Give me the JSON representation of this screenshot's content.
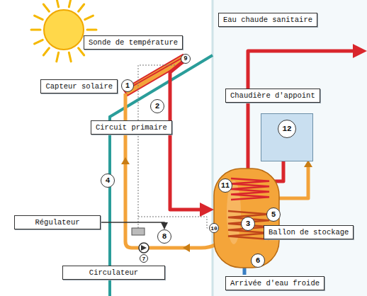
{
  "diagram": {
    "nodes": [
      {
        "text": [
          "Sonde de température"
        ]
      },
      {
        "text": [
          "9"
        ]
      },
      {
        "text": [
          "Capteur solaire"
        ]
      },
      {
        "text": [
          "1"
        ]
      },
      {
        "text": [
          "Eau chaude sanitaire"
        ]
      },
      {
        "text": [
          "2"
        ]
      },
      {
        "text": [
          "Circuit primaire"
        ]
      },
      {
        "text": [
          "Chaudière d'appoint"
        ]
      },
      {
        "text": [
          "12"
        ]
      },
      {
        "text": [
          "4"
        ]
      },
      {
        "text": [
          "11"
        ]
      },
      {
        "text": [
          "Régulateur"
        ]
      },
      {
        "text": [
          "3"
        ]
      },
      {
        "text": [
          "5"
        ]
      },
      {
        "text": [
          "8"
        ]
      },
      {
        "text": [
          "10"
        ]
      },
      {
        "text": [
          "Ballon de stockage"
        ]
      },
      {
        "text": [
          "7"
        ]
      },
      {
        "text": [
          "Circulateur"
        ]
      },
      {
        "text": [
          "6"
        ]
      },
      {
        "text": [
          "Arrivée d'eau froide"
        ]
      }
    ],
    "edges": [
      {
        "from": 11,
        "to": 14,
        "arrow": "to"
      }
    ]
  }
}
